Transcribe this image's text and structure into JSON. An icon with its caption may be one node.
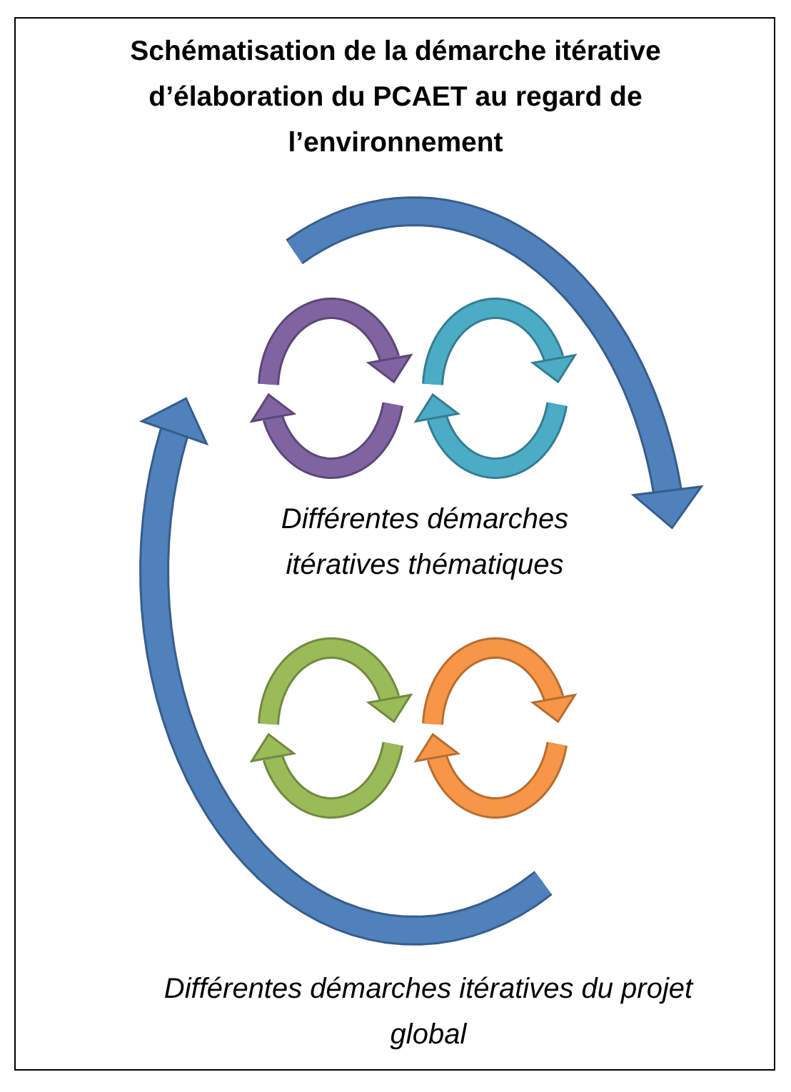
{
  "diagram": {
    "title": "Schématisation de la démarche itérative d’élaboration du PCAET au regard de l’environnement",
    "labels": [
      "Différentes démarches itératives thématiques",
      "Différentes démarches itératives du projet global"
    ]
  }
}
